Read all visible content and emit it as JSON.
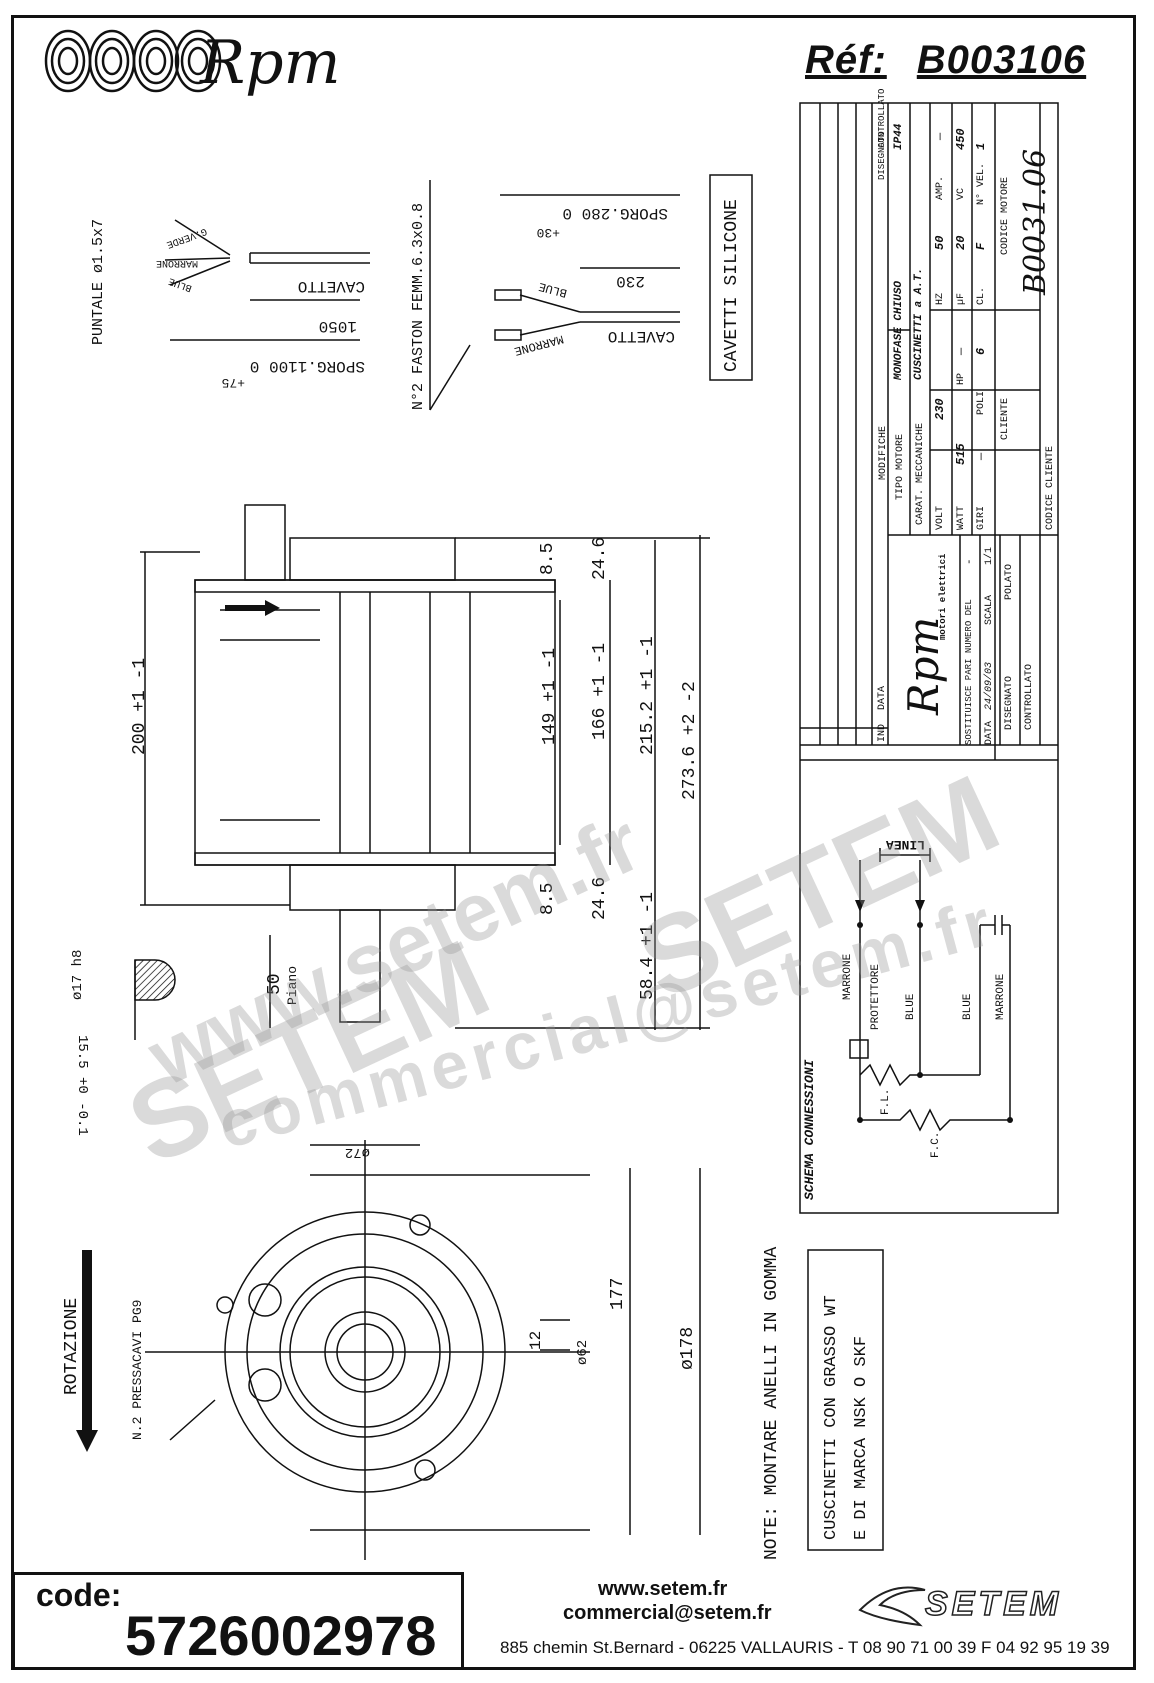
{
  "header": {
    "brand": "Rpm",
    "ref_label": "Réf:",
    "ref_code": "B003106"
  },
  "title_block": {
    "logo_text": "Rpm",
    "logo_sub": "motori elettrici",
    "modifiche": "MODIFICHE",
    "ind": "IND",
    "data": "DATA",
    "disegnato": "DISEGNATO",
    "controllato": "CONTROLLATO",
    "tipo_motore_label": "TIPO MOTORE",
    "tipo_motore": "MONOFASE CHIUSO",
    "ip": "IP44",
    "carat_label": "CARAT. MECCANICHE",
    "carat": "CUSCINETTI a A.T.",
    "volt_label": "VOLT",
    "volt": "230",
    "hz_label": "HZ",
    "hz": "50",
    "amp_label": "AMP.",
    "amp": "—",
    "watt_label": "WATT",
    "watt": "515",
    "hp_label": "HP",
    "hp": "—",
    "uf_label": "µF",
    "uf": "20",
    "vc_label": "VC",
    "vc": "450",
    "giri_label": "GIRI",
    "giri": "—",
    "poli_label": "POLI",
    "poli": "6",
    "cl_label": "CL.",
    "cl": "F",
    "nvel_label": "N° VEL.",
    "nvel": "1",
    "cliente_label": "CLIENTE",
    "codice_motore_label": "CODICE MOTORE",
    "codice_motore": "B0031.06",
    "codice_cliente_label": "CODICE CLIENTE",
    "sostituisce_label": "SOSTITUISCE PARI NUMERO DEL",
    "sostituisce": "-",
    "data_label": "DATA",
    "data_val": "24/09/03",
    "scala_label": "SCALA",
    "scala": "1/1",
    "disegnato_val": "POLATO"
  },
  "annotations": {
    "puntale": "PUNTALE ø1.5x7",
    "faston": "N°2 FASTON FEMM.6.3x0.8",
    "cavetti_silicone": "CAVETTI SILICONE",
    "cavetto": "CAVETTO",
    "sporg_1100": "SPORG.1100 0",
    "sporg_1100_tol": "+75",
    "dim_1050": "1050",
    "sporg_280": "SPORG.280 0",
    "sporg_280_tol": "+30",
    "dim_230": "230",
    "g_verde": "G.VERDE",
    "marrone": "MARRONE",
    "blue": "BLUE",
    "dim_200": "200 +1 -1",
    "dim_149": "149 +1 -1",
    "dim_166": "166 +1 -1",
    "dim_215": "215.2 +1 -1",
    "dim_273": "273.6 +2 -2",
    "dim_8_5": "8.5",
    "dim_24_6": "24.6",
    "dim_50": "50",
    "piano": "Piano",
    "dim_58": "58.4 +1 -1",
    "shaft_d": "ø17 h8",
    "shaft_flat": "15.5 +0 -0.1",
    "d72": "ø72",
    "d177": "177",
    "d178": "ø178",
    "d62": "ø62",
    "d12": "12",
    "rotazione": "ROTAZIONE",
    "pressacavi": "N.2 PRESSACAVI PG9",
    "note": "NOTE: MONTARE ANELLI IN GOMMA",
    "cuscinetti_1": "CUSCINETTI CON GRASSO WT",
    "cuscinetti_2": "E DI MARCA NSK O SKF"
  },
  "schema": {
    "title": "SCHEMA CONNESSIONI",
    "linea": "LINEA",
    "marrone": "MARRONE",
    "protettore": "PROTETTORE",
    "blue": "BLUE",
    "blue2": "BLUE",
    "marrone2": "MARRONE",
    "fl": "F.L.",
    "fc": "F.C."
  },
  "footer": {
    "code_label": "code:",
    "code_value": "5726002978",
    "web": "www.setem.fr",
    "email": "commercial@setem.fr",
    "address": "885 chemin St.Bernard  -  06225 VALLAURIS  -  T 08 90 71 00 39   F 04 92 95 19 39",
    "setem_logo": "SETEM"
  },
  "watermark": {
    "line1": "www.setem.fr",
    "line2": "SETEM",
    "line3": "commercial@setem.fr",
    "line4": "SETEM"
  }
}
